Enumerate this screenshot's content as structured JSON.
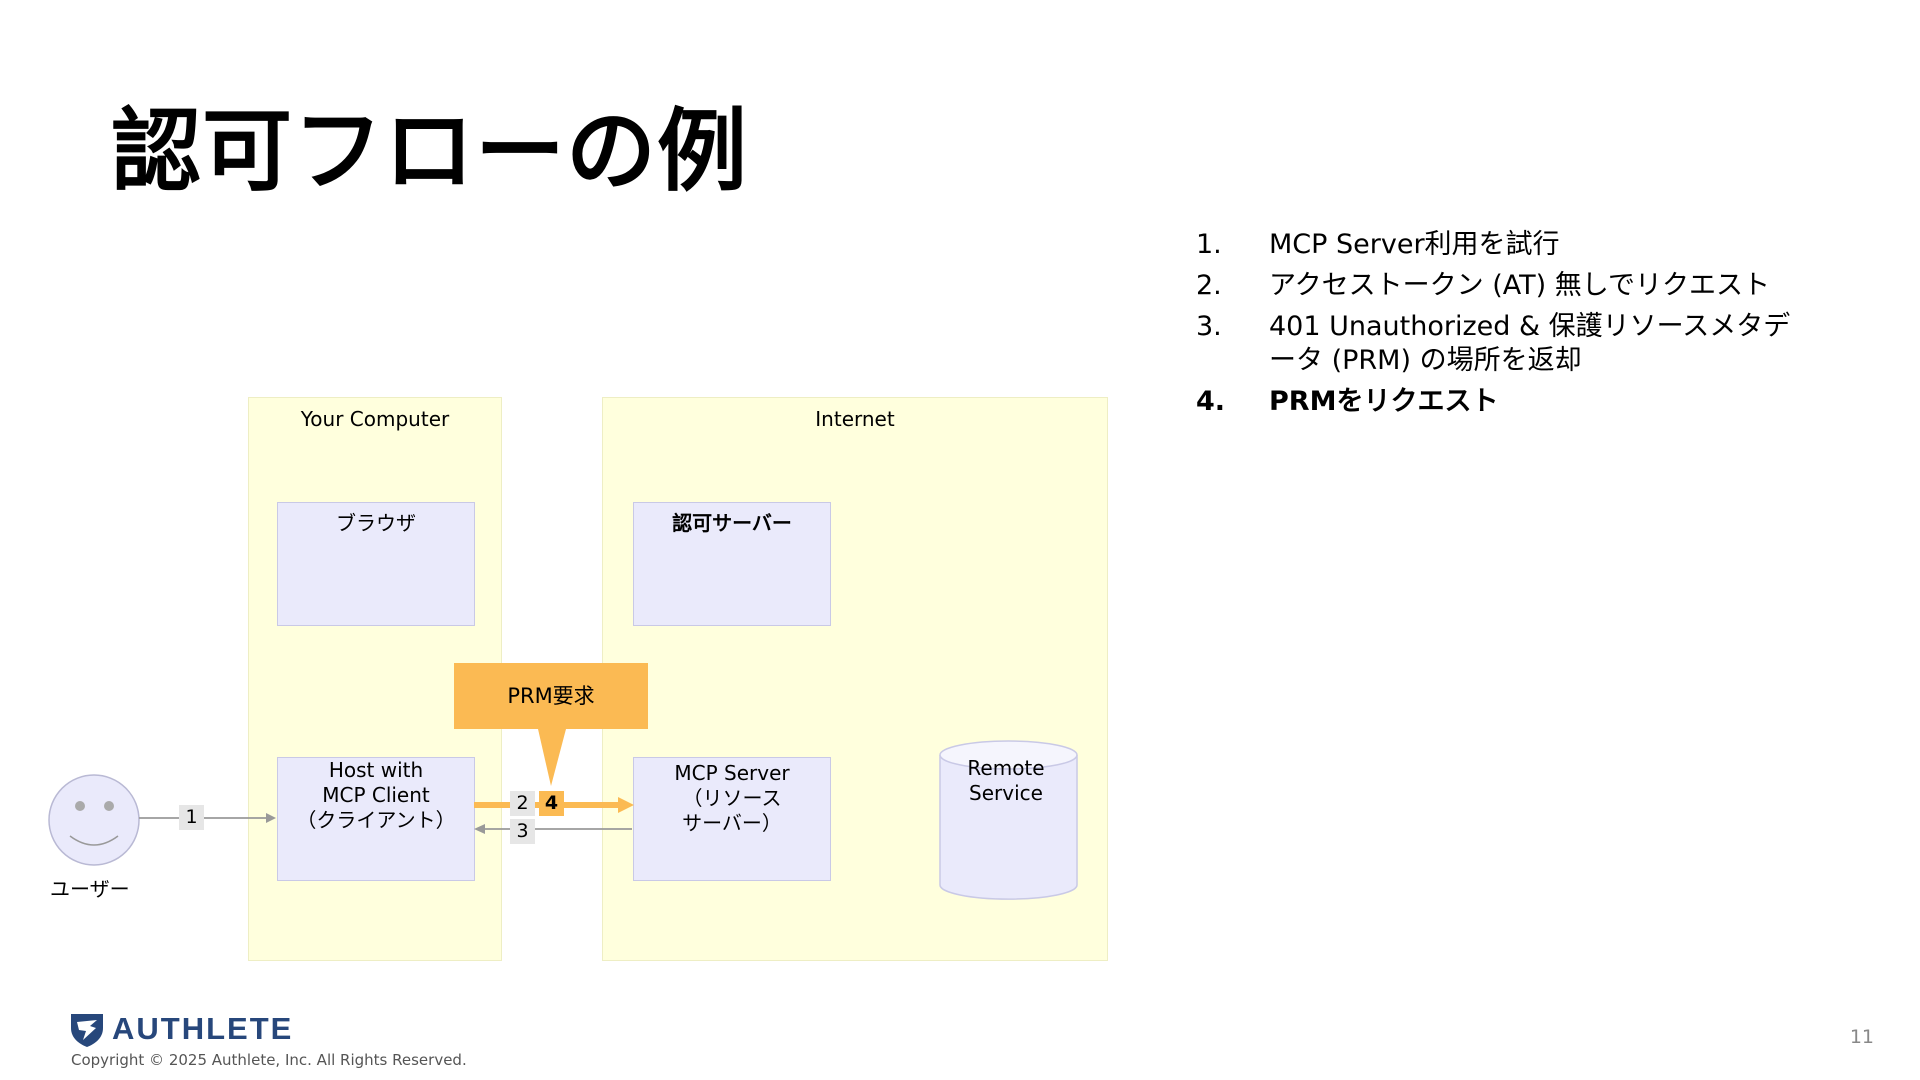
{
  "slide": {
    "title": "認可フローの例",
    "page_number": "11",
    "copyright": "Copyright © 2025 Authlete, Inc. All Rights Reserved.",
    "logo_text": "AUTHLETE",
    "logo_icon": "authlete-logo-icon"
  },
  "steps": [
    {
      "num": "1.",
      "text": "MCP Server利用を試行"
    },
    {
      "num": "2.",
      "text": "アクセストークン (AT) 無しでリクエスト"
    },
    {
      "num": "3.",
      "text": "401 Unauthorized & 保護リソースメタデータ (PRM) の場所を返却"
    },
    {
      "num": "4.",
      "text": "PRMをリクエスト"
    }
  ],
  "diagram": {
    "region_your_computer": "Your Computer",
    "region_internet": "Internet",
    "browser": "ブラウザ",
    "auth_server": "認可サーバー",
    "host": [
      "Host with",
      "MCP Client",
      "（クライアント）"
    ],
    "mcp_server": [
      "MCP Server",
      "（リソース",
      "サーバー）"
    ],
    "remote_service": [
      "Remote",
      "Service"
    ],
    "callout": "PRM要求",
    "user_label": "ユーザー",
    "badge_1": "1",
    "badge_2": "2",
    "badge_3": "3",
    "badge_4": "4"
  },
  "colors": {
    "region_fill": "#ffffdd",
    "box_fill": "#eaeafb",
    "highlight": "#fbba53",
    "arrow_gray": "#999999",
    "logo_blue": "#27477b"
  }
}
